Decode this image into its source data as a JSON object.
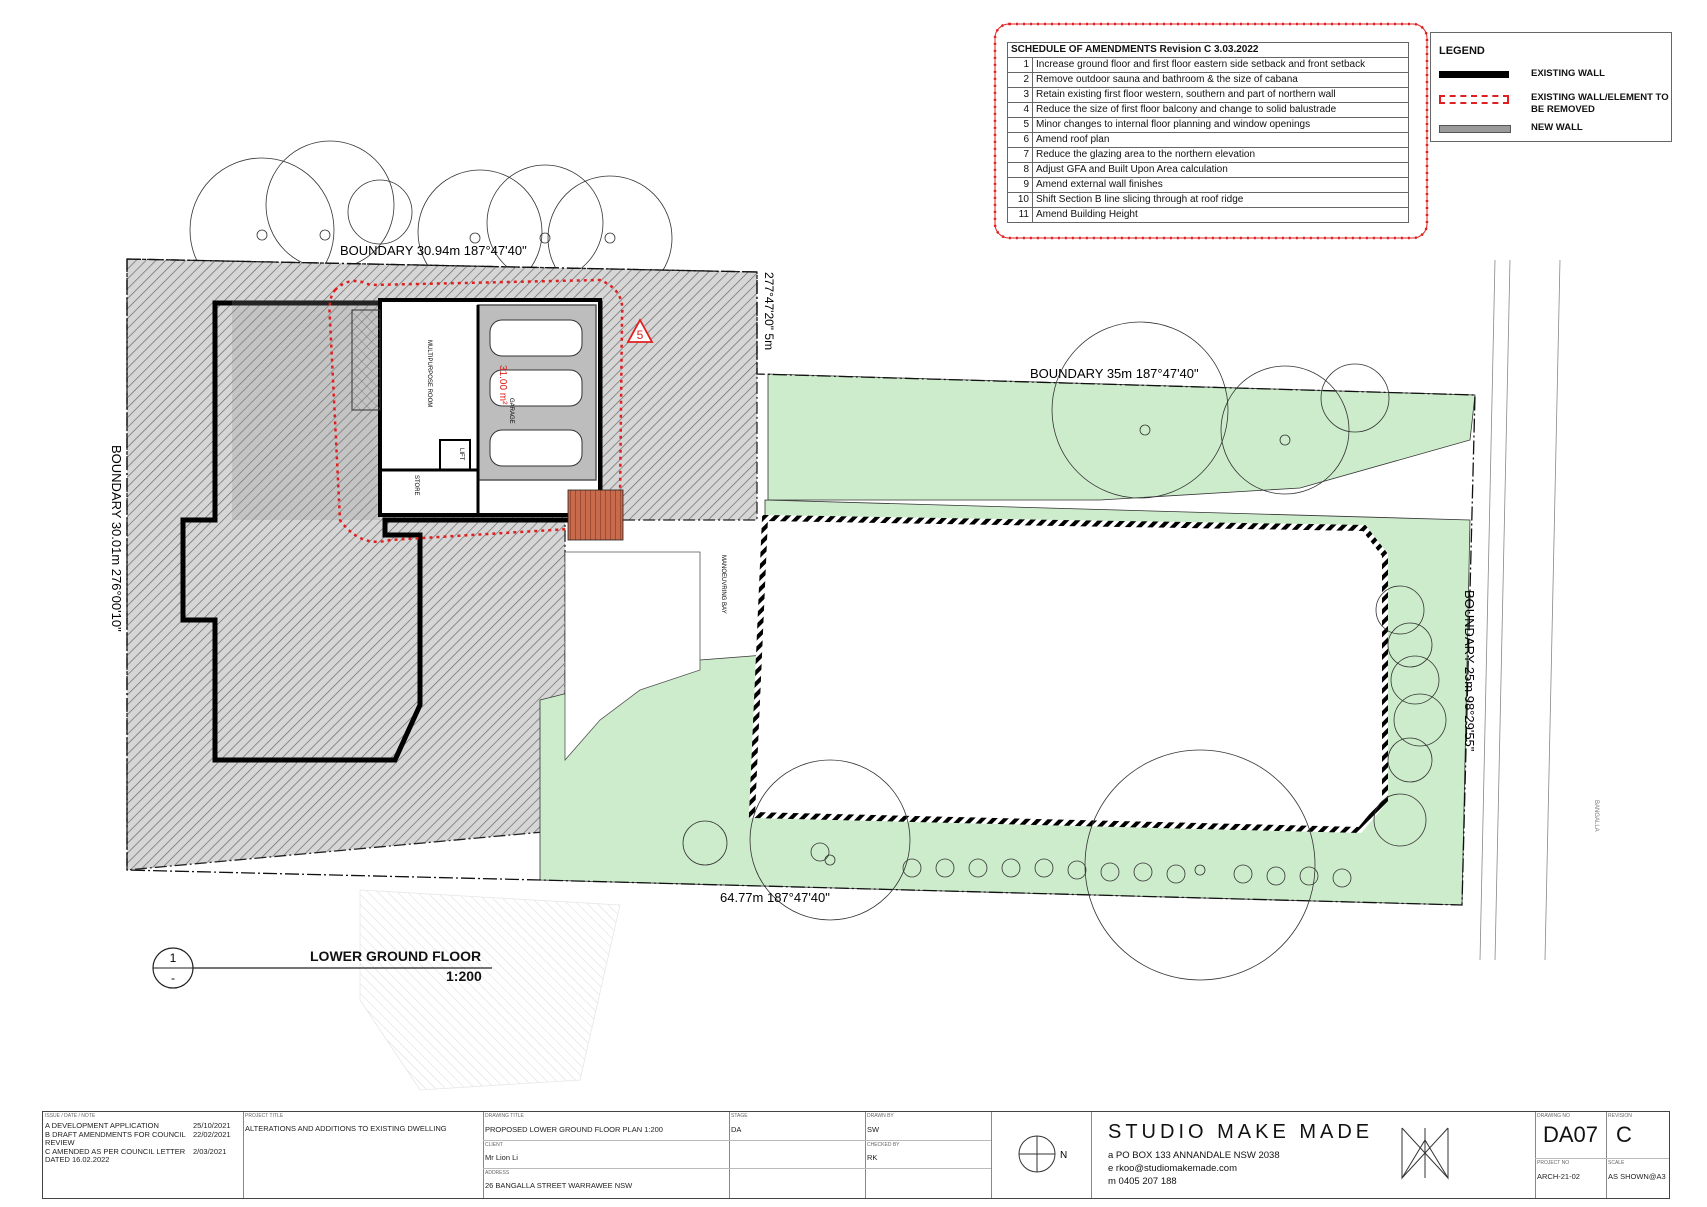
{
  "schedule": {
    "title": "SCHEDULE OF AMENDMENTS Revision C 3.03.2022",
    "rows": [
      {
        "no": "1",
        "text": "Increase ground floor and first floor eastern side setback and front setback"
      },
      {
        "no": "2",
        "text": "Remove outdoor sauna and bathroom & the size of cabana"
      },
      {
        "no": "3",
        "text": "Retain existing first floor western, southern and part of northern wall"
      },
      {
        "no": "4",
        "text": "Reduce the size of first floor balcony and change to solid balustrade"
      },
      {
        "no": "5",
        "text": "Minor changes to internal floor planning and window openings"
      },
      {
        "no": "6",
        "text": "Amend roof plan"
      },
      {
        "no": "7",
        "text": "Reduce the glazing area to the northern elevation"
      },
      {
        "no": "8",
        "text": "Adjust GFA and Built Upon Area calculation"
      },
      {
        "no": "9",
        "text": "Amend external wall finishes"
      },
      {
        "no": "10",
        "text": "Shift Section B line slicing through at roof ridge"
      },
      {
        "no": "11",
        "text": "Amend Building Height"
      }
    ]
  },
  "legend": {
    "title": "LEGEND",
    "existing_wall": "EXISTING WALL",
    "to_remove_1": "EXISTING WALL/ELEMENT TO",
    "to_remove_2": "BE REMOVED",
    "new_wall": "NEW WALL",
    "colors": {
      "existing": "#000000",
      "remove": "#e02020",
      "new": "#9a9a9a",
      "landscape": "#cdeccc",
      "hatch": "#555555"
    }
  },
  "plan": {
    "boundary_north": "BOUNDARY    30.94m    187°47'40\"",
    "boundary_east_short": "277°47'20\"    5m",
    "boundary_mid": "BOUNDARY    35m    187°47'40\"",
    "boundary_west": "BOUNDARY    30.01m    276°00'10\"",
    "boundary_east": "BOUNDARY    25m    98°29'55\"",
    "boundary_south": "64.77m    187°47'40\"",
    "room_multipurpose": "MULTIPURPOSE ROOM",
    "room_garage": "GARAGE",
    "garage_area": "31.00 m²",
    "room_store": "STORE",
    "room_lift": "LIFT",
    "maneuvering_bay": "MANOEUVRING BAY",
    "street_name": "BANGALLA",
    "revision_tag": "5"
  },
  "drawing": {
    "title": "LOWER GROUND FLOOR",
    "scale": "1:200",
    "marker_top": "1",
    "marker_bottom": "-"
  },
  "titleblock": {
    "issue_label": "ISSUE / DATE / NOTE",
    "issues": [
      {
        "note": "A DEVELOPMENT APPLICATION",
        "date": "25/10/2021"
      },
      {
        "note": "B DRAFT AMENDMENTS FOR COUNCIL",
        "date": "22/02/2021"
      },
      {
        "note": "REVIEW",
        "date": ""
      },
      {
        "note": "C AMENDED AS PER COUNCIL LETTER",
        "date": "2/03/2021"
      },
      {
        "note": "DATED 16.02.2022",
        "date": ""
      }
    ],
    "project_label": "PROJECT TITLE",
    "project": "ALTERATIONS AND ADDITIONS TO EXISTING DWELLING",
    "drawing_title_label": "DRAWING TITLE",
    "drawing_title": "PROPOSED LOWER GROUND FLOOR PLAN 1:200",
    "client_label": "CLIENT",
    "client": "Mr Lion Li",
    "address_label": "ADDRESS",
    "address": "26 BANGALLA STREET WARRAWEE NSW",
    "stage_label": "STAGE",
    "stage": "DA",
    "drawn_label": "DRAWN BY",
    "drawn": "SW",
    "checked_label": "CHECKED BY",
    "checked": "RK",
    "north": "N",
    "studio": "STUDIO MAKE MADE",
    "address_line": "a  PO BOX 133 ANNANDALE NSW 2038",
    "email_line": "e  rkoo@studiomakemade.com",
    "mobile_line": "m  0405 207 188",
    "drawing_no_label": "DRAWING NO",
    "drawing_no": "DA07",
    "revision_label": "REVISION",
    "revision": "C",
    "project_no_label": "PROJECT NO",
    "project_no": "ARCH-21-02",
    "scale_label": "SCALE",
    "scale": "AS SHOWN@A3"
  }
}
